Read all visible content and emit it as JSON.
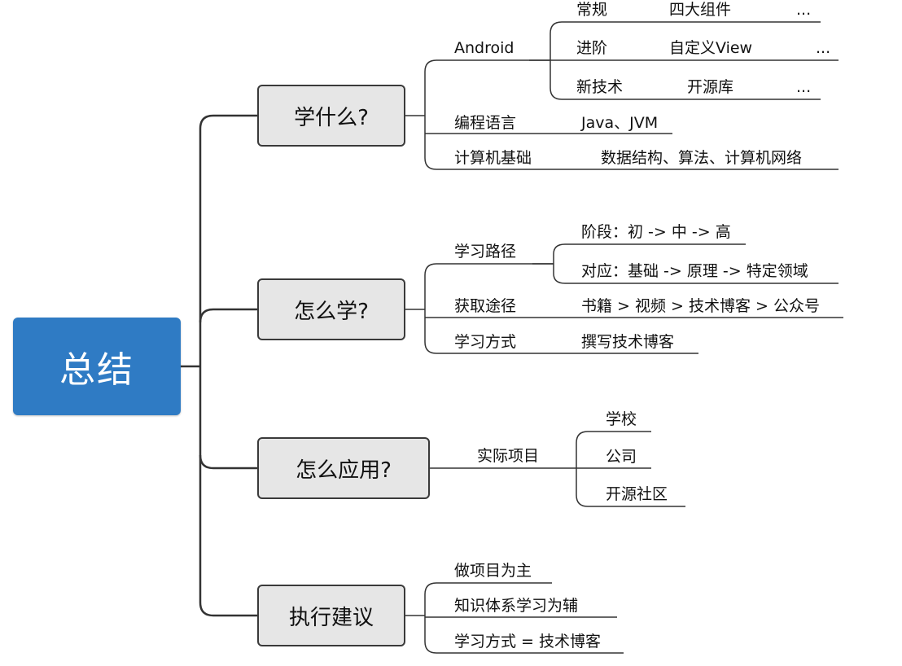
{
  "root": {
    "title": "总结"
  },
  "topics": {
    "what": {
      "label": "学什么?",
      "android": {
        "label": "Android",
        "basic": {
          "label": "常规",
          "detail": "四大组件",
          "more": "..."
        },
        "advanced": {
          "label": "进阶",
          "detail": "自定义View",
          "more": "..."
        },
        "newtech": {
          "label": "新技术",
          "detail": "开源库",
          "more": "..."
        }
      },
      "lang": {
        "label": "编程语言",
        "detail": "Java、JVM"
      },
      "cs": {
        "label": "计算机基础",
        "detail": "数据结构、算法、计算机网络"
      }
    },
    "how": {
      "label": "怎么学?",
      "path": {
        "label": "学习路径",
        "stage": "阶段：初 -> 中 -> 高",
        "map": "对应：基础 -> 原理 -> 特定领域"
      },
      "source": {
        "label": "获取途径",
        "detail": "书籍 > 视频 > 技术博客 > 公众号"
      },
      "method": {
        "label": "学习方式",
        "detail": "撰写技术博客"
      }
    },
    "apply": {
      "label": "怎么应用?",
      "project": {
        "label": "实际项目",
        "items": [
          "学校",
          "公司",
          "开源社区"
        ]
      }
    },
    "advice": {
      "label": "执行建议",
      "items": [
        "做项目为主",
        "知识体系学习为辅",
        "学习方式 = 技术博客"
      ]
    }
  },
  "colors": {
    "root_fill": "#2f7bc4",
    "topic_fill": "#e6e6e6",
    "line": "#333333"
  }
}
